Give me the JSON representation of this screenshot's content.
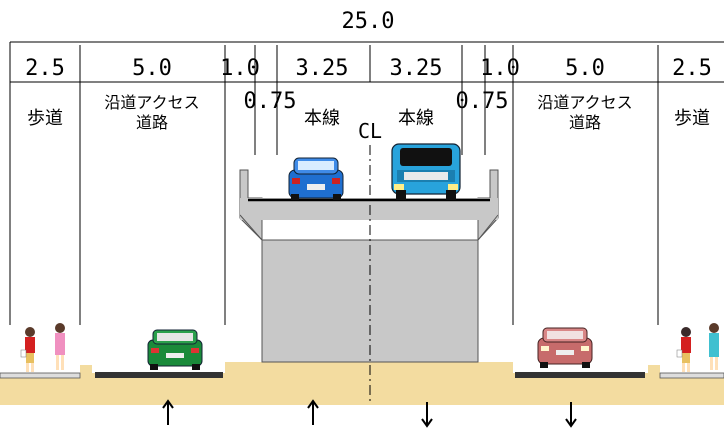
{
  "total_width": "25.0",
  "dimensions": [
    "2.5",
    "5.0",
    "1.0",
    "3.25",
    "3.25",
    "1.0",
    "5.0",
    "2.5"
  ],
  "inner_dims": [
    "0.75",
    "0.75"
  ],
  "labels": {
    "sidewalk": "歩道",
    "access_road_line1": "沿道アクセス",
    "access_road_line2": "道路",
    "main_line": "本線",
    "center_line": "CL"
  },
  "colors": {
    "ground": "#f3dca0",
    "pier": "#c8c8c8",
    "deck_line": "#000000",
    "green_car": "#1a8a3a",
    "blue_car": "#1f6fd0",
    "cyan_truck": "#28a3dc",
    "red_car": "#c76b6b"
  },
  "traffic_directions": [
    "up",
    "up",
    "down",
    "down"
  ]
}
